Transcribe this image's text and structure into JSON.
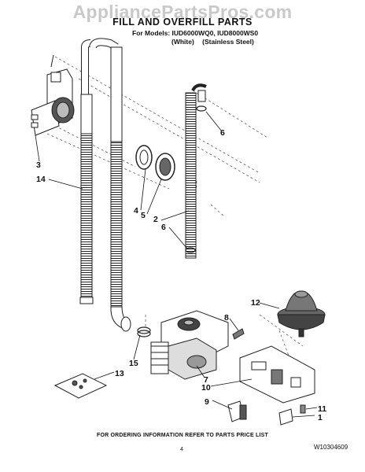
{
  "watermark": "AppliancePartsPros.com",
  "header": {
    "title": "FILL AND OVERFILL PARTS",
    "models": "For Models: IUD6000WQ0, IUD8000WS0",
    "colors": [
      "(White)",
      "(Stainless Steel)"
    ]
  },
  "callouts": [
    {
      "id": "c3",
      "label": "3"
    },
    {
      "id": "c14",
      "label": "14"
    },
    {
      "id": "c4",
      "label": "4"
    },
    {
      "id": "c5",
      "label": "5"
    },
    {
      "id": "c2",
      "label": "2"
    },
    {
      "id": "c6a",
      "label": "6"
    },
    {
      "id": "c6b",
      "label": "6"
    },
    {
      "id": "c12",
      "label": "12"
    },
    {
      "id": "c8",
      "label": "8"
    },
    {
      "id": "c15",
      "label": "15"
    },
    {
      "id": "c7",
      "label": "7"
    },
    {
      "id": "c13",
      "label": "13"
    },
    {
      "id": "c10",
      "label": "10"
    },
    {
      "id": "c9",
      "label": "9"
    },
    {
      "id": "c11",
      "label": "11"
    },
    {
      "id": "c1",
      "label": "1"
    }
  ],
  "footer": {
    "note": "FOR ORDERING INFORMATION REFER TO PARTS PRICE LIST",
    "page": "4",
    "doc_id": "W10304609"
  }
}
